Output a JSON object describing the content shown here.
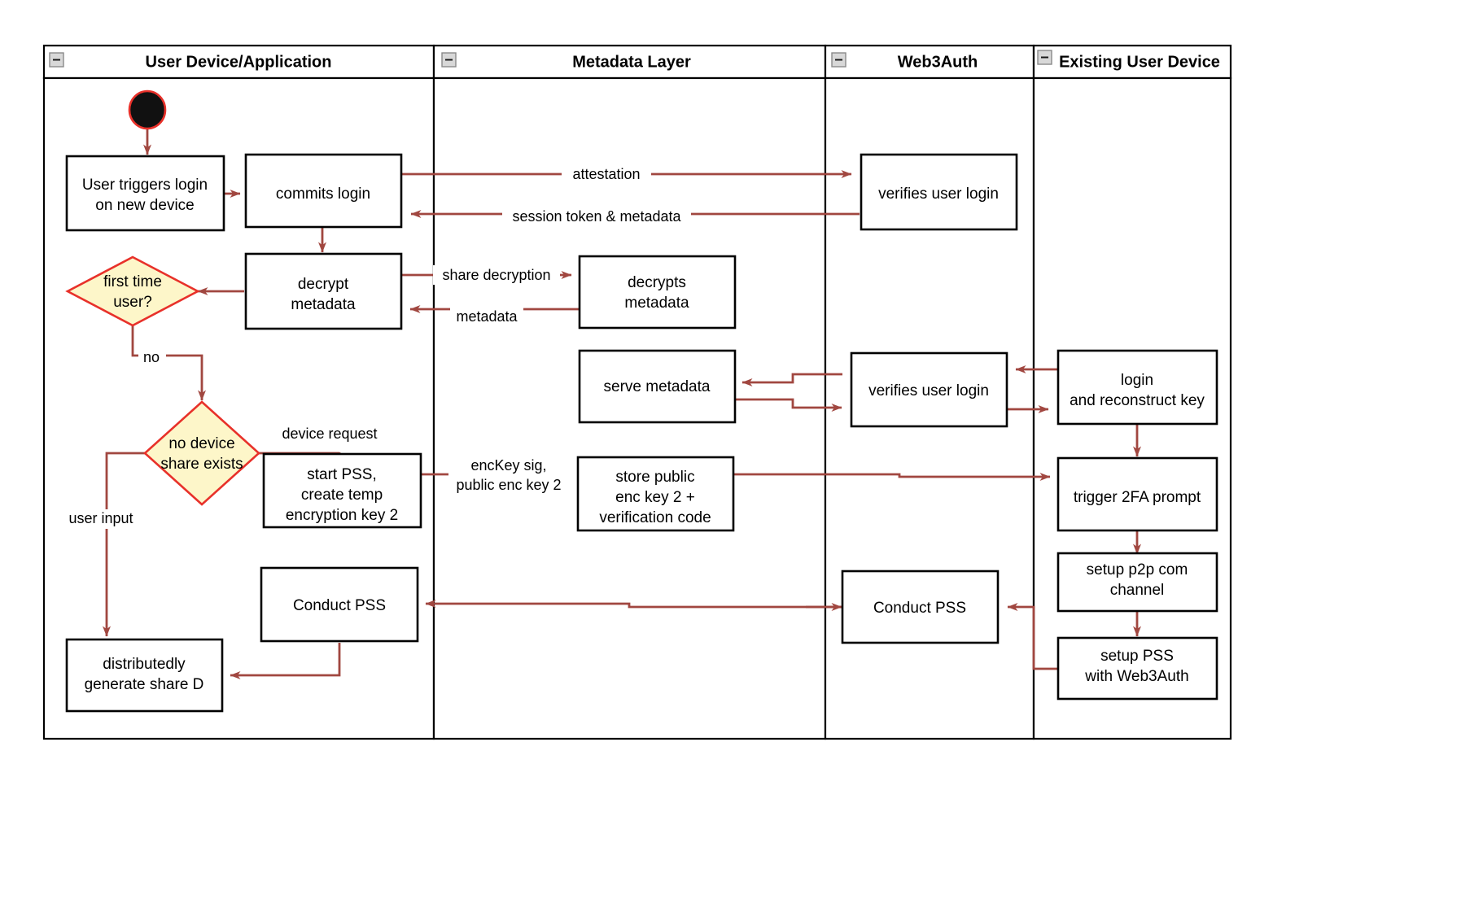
{
  "diagram": {
    "title": "Web3Auth new-device login activity diagram",
    "type": "uml-activity-swimlane",
    "colors": {
      "edge": "#a14740",
      "decision_fill": "#fdf6c9",
      "decision_stroke": "#e8312a",
      "node_stroke": "#000000",
      "node_fill": "#ffffff",
      "background": "#ffffff",
      "start_node": "#111111"
    }
  },
  "lanes": [
    {
      "id": "lane-user-device",
      "label": "User Device/Application",
      "collapse_icon": "minus-icon"
    },
    {
      "id": "lane-metadata",
      "label": "Metadata Layer",
      "collapse_icon": "minus-icon"
    },
    {
      "id": "lane-web3auth",
      "label": "Web3Auth",
      "collapse_icon": "minus-icon"
    },
    {
      "id": "lane-existing-device",
      "label": "Existing User Device",
      "collapse_icon": "minus-icon"
    }
  ],
  "nodes": [
    {
      "id": "start",
      "kind": "initial",
      "lane": 0,
      "label": ""
    },
    {
      "id": "user-triggers-login",
      "kind": "action",
      "lane": 0,
      "lines": [
        "User triggers login",
        "on new device"
      ]
    },
    {
      "id": "commits-login",
      "kind": "action",
      "lane": 0,
      "lines": [
        "commits login"
      ]
    },
    {
      "id": "decrypt-metadata",
      "kind": "action",
      "lane": 0,
      "lines": [
        "decrypt",
        "metadata"
      ]
    },
    {
      "id": "first-time-user",
      "kind": "decision",
      "lane": 0,
      "lines": [
        "first time",
        "user?"
      ]
    },
    {
      "id": "no-device-share-exists",
      "kind": "decision",
      "lane": 0,
      "lines": [
        "no device",
        "share exists"
      ]
    },
    {
      "id": "start-pss-create-temp-key",
      "kind": "action",
      "lane": 0,
      "lines": [
        "start PSS,",
        "create temp",
        "encryption key 2"
      ]
    },
    {
      "id": "conduct-pss-user",
      "kind": "action",
      "lane": 0,
      "lines": [
        "Conduct PSS"
      ]
    },
    {
      "id": "distributedly-generate-share-d",
      "kind": "action",
      "lane": 0,
      "lines": [
        "distributedly",
        "generate share D"
      ]
    },
    {
      "id": "decrypts-metadata",
      "kind": "action",
      "lane": 1,
      "lines": [
        "decrypts",
        "metadata"
      ]
    },
    {
      "id": "serve-metadata",
      "kind": "action",
      "lane": 1,
      "lines": [
        "serve metadata"
      ]
    },
    {
      "id": "store-public-enc-key",
      "kind": "action",
      "lane": 1,
      "lines": [
        "store public",
        "enc key 2 +",
        "verification code"
      ]
    },
    {
      "id": "verifies-user-login-1",
      "kind": "action",
      "lane": 2,
      "lines": [
        "verifies user login"
      ]
    },
    {
      "id": "verifies-user-login-2",
      "kind": "action",
      "lane": 2,
      "lines": [
        "verifies user login"
      ]
    },
    {
      "id": "conduct-pss-web3auth",
      "kind": "action",
      "lane": 2,
      "lines": [
        "Conduct PSS"
      ]
    },
    {
      "id": "login-and-reconstruct-key",
      "kind": "action",
      "lane": 3,
      "lines": [
        "login",
        "and reconstruct key"
      ]
    },
    {
      "id": "trigger-2fa-prompt",
      "kind": "action",
      "lane": 3,
      "lines": [
        "trigger 2FA prompt"
      ]
    },
    {
      "id": "setup-p2p-com-channel",
      "kind": "action",
      "lane": 3,
      "lines": [
        "setup p2p com",
        "channel"
      ]
    },
    {
      "id": "setup-pss-with-web3auth",
      "kind": "action",
      "lane": 3,
      "lines": [
        "setup PSS",
        "with Web3Auth"
      ]
    }
  ],
  "edge_labels": {
    "attestation": "attestation",
    "session_token": "session token & metadata",
    "share_decryption": "share decryption",
    "metadata": "metadata",
    "no": "no",
    "device_request": "device request",
    "enckey_line1": "encKey sig,",
    "enckey_line2": "public enc key 2",
    "user_input": "user input"
  }
}
